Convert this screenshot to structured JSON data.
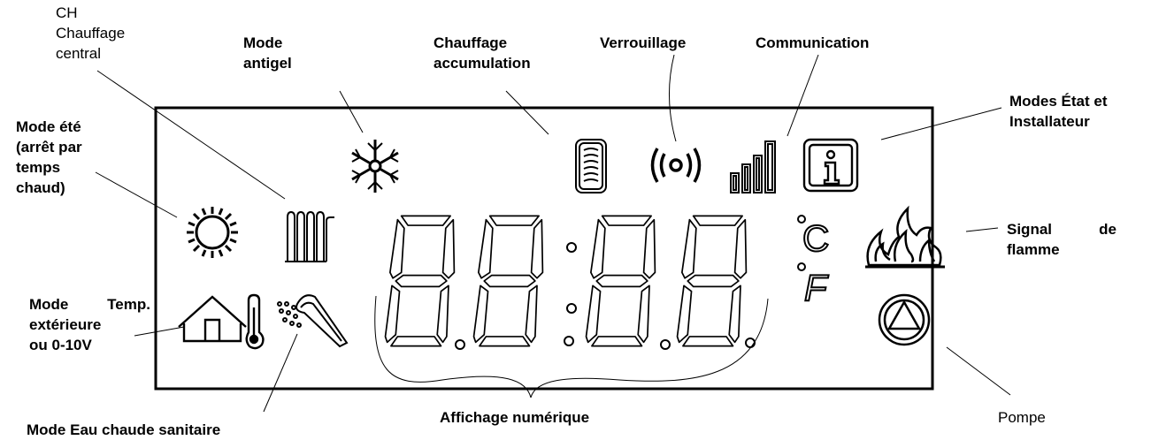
{
  "labels": {
    "ch": "CH",
    "chauffage": "Chauffage",
    "central": "central",
    "mode_antigel_1": "Mode",
    "mode_antigel_2": "antigel",
    "accum_1": "Chauffage",
    "accum_2": "accumulation",
    "verrouillage": "Verrouillage",
    "communication": "Communication",
    "modes_etat_1": "Modes État et",
    "modes_etat_2": "Installateur",
    "ete_1": "Mode été",
    "ete_2": "(arrêt par",
    "ete_3": "temps",
    "ete_4": "chaud)",
    "flamme_1": "Signal  de",
    "flamme_2": "flamme",
    "temp_1": "Mode   Temp.",
    "temp_2": "extérieure",
    "temp_3": "ou 0-10V",
    "affichage": "Affichage numérique",
    "pompe": "Pompe",
    "eau_chaude": "Mode Eau chaude sanitaire"
  },
  "display": {
    "digits": [
      "8",
      "8",
      "8",
      "8"
    ],
    "unit_c": "C",
    "unit_f": "F"
  },
  "icons": [
    "sun-icon",
    "radiator-icon",
    "snowflake-icon",
    "storage-tank-icon",
    "lock-signal-icon",
    "signal-bars-icon",
    "info-icon",
    "flame-icon",
    "pump-icon",
    "house-thermometer-icon",
    "shower-icon"
  ],
  "colors": {
    "stroke": "#000000",
    "background": "#ffffff"
  }
}
